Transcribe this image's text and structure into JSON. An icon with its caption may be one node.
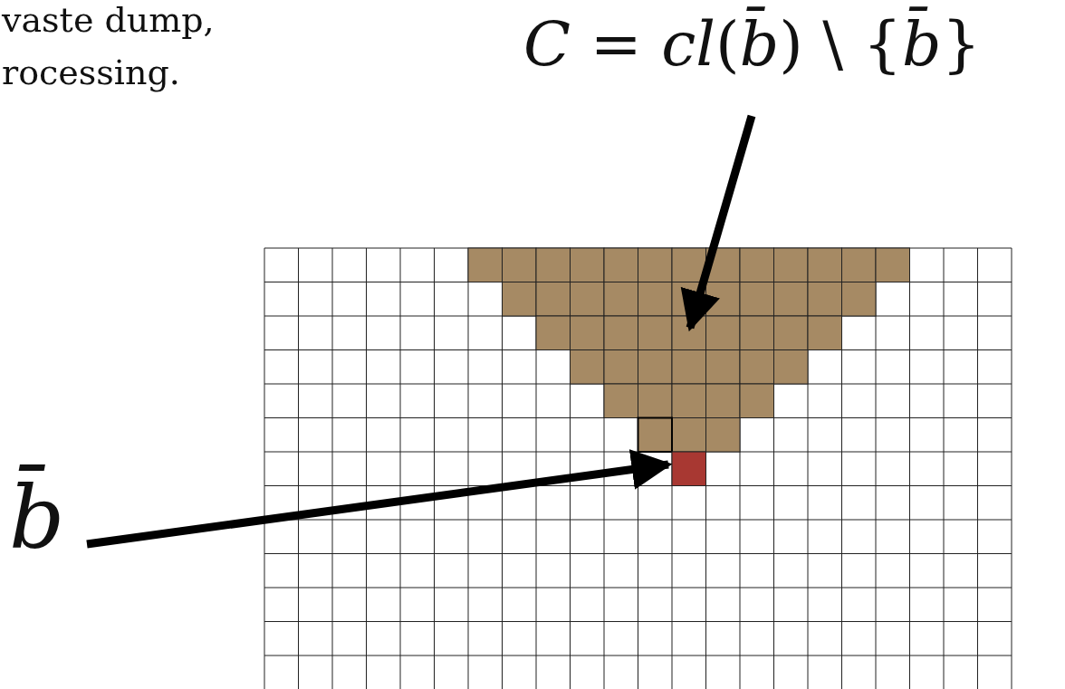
{
  "diagram": {
    "nodes": [
      {
        "text": [
          "*C* = *cl*(*b̄*) \\ {*b̄*}"
        ]
      },
      {
        "text": [],
        "shape": "box"
      },
      {
        "text": [
          "b̄"
        ]
      },
      {
        "text": [],
        "shape": "box"
      }
    ],
    "edges": [
      {
        "from": 0,
        "to": 1,
        "arrow": "to"
      },
      {
        "from": 2,
        "to": 3,
        "arrow": "to"
      }
    ],
    "labels": [
      "vaste dump,",
      "rocessing."
    ]
  }
}
